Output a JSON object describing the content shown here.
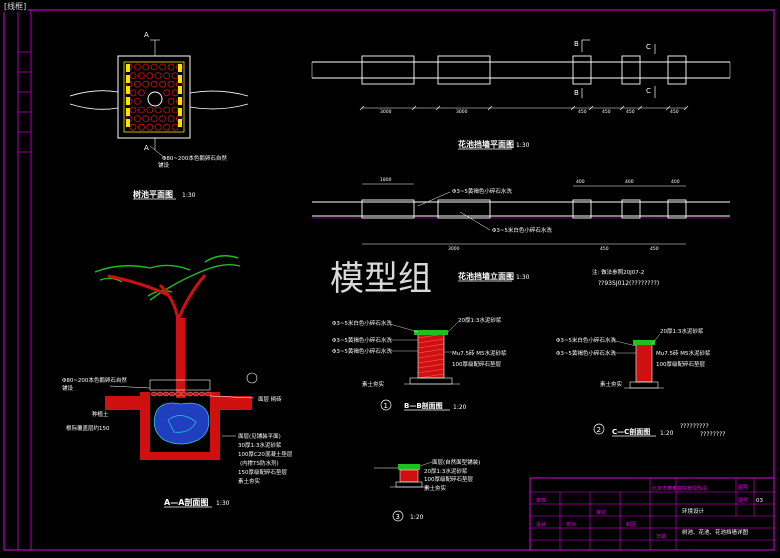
{
  "viewport_tag": "[线框]",
  "watermark": "模型组",
  "tree_pit_plan": {
    "title": "树池平面图",
    "scale": "1:30",
    "section_marker": "A",
    "note_line1": "Φ80~200本色鹅卵石自然",
    "note_line2": "铺设"
  },
  "planter_plan": {
    "title": "花池挡墙平面图",
    "scale": "1:30",
    "marker_b": "B",
    "marker_c": "C",
    "dims": [
      "3000",
      "3000",
      "450",
      "450",
      "450",
      "450"
    ]
  },
  "planter_elevation": {
    "title": "花池挡墙立面图",
    "scale": "1:30",
    "top_dim": "1800",
    "dims_top": [
      "400",
      "400",
      "400"
    ],
    "note_a": "Φ3~5黄褐色小碎石水洗",
    "note_b": "Φ3~5米白色小碎石水洗",
    "dims_bottom": [
      "3000",
      "450",
      "450"
    ],
    "note_red": "注: 做法参照20J07-2",
    "note_ref": "??93SJ012(????????)"
  },
  "section_aa": {
    "title": "A—A剖面图",
    "scale": "1:30",
    "note_top_1": "Φ80~200本色鹅卵石自然",
    "note_top_2": "铺设",
    "label_curb": "面层 砌砖",
    "label_soil": "种植土",
    "label_radius": "根际覆盖层约150",
    "layers": [
      "面层(见铺装平面)",
      "30厚1:3水泥砂浆",
      "100厚C20混凝土垫层",
      "(内掺TS防水剂)",
      "150厚级配碎石垫层",
      "素土夯实"
    ]
  },
  "section_bb": {
    "title": "B—B剖面图",
    "num": "1",
    "scale": "1:20",
    "left_notes": [
      "Φ3~5米白色小碎石水洗",
      "Φ3~5黄褐色小碎石水洗",
      "Φ3~5黄褐色小碎石水洗"
    ],
    "right_notes": [
      "20厚1:3水泥砂浆",
      "Mu7.5砖 M5水泥砂浆",
      "100厚级配碎石垫层"
    ],
    "bottom": "素土夯实"
  },
  "section_cc": {
    "title": "C—C剖面图",
    "num": "2",
    "scale": "1:20",
    "left_notes": [
      "Φ3~5米白色小碎石水洗",
      "Φ3~5黄褐色小碎石水洗"
    ],
    "right_notes": [
      "20厚1:3水泥砂浆",
      "Mu7.5砖 M5水泥砂浆",
      "100厚级配碎石垫层"
    ],
    "bottom": "素土夯实",
    "note_q1": "?????????",
    "note_q2": "????????"
  },
  "section_3": {
    "num": "3",
    "scale": "1:20",
    "notes": [
      "面层(自然面型铺装)",
      "20厚1:3水泥砂浆",
      "100厚级配碎石垫层",
      "素土夯实"
    ]
  },
  "title_block": {
    "project": "北京市某某庭院景观改造",
    "sheet_no_label": "图号",
    "sheet_no": "03",
    "design_label": "环境设计",
    "drawing_name": "树池、花池、花池挡墙详图",
    "cells": [
      "审核",
      "设计",
      "校对",
      "审定",
      "制图",
      "日期"
    ]
  },
  "colors": {
    "line_white": "#ffffff",
    "line_yellow": "#f5e400",
    "red_fill": "#d01010",
    "blue_fill": "#1f3fbf",
    "magenta": "#e000e0",
    "green": "#20c020",
    "cyan": "#30c8e0"
  }
}
